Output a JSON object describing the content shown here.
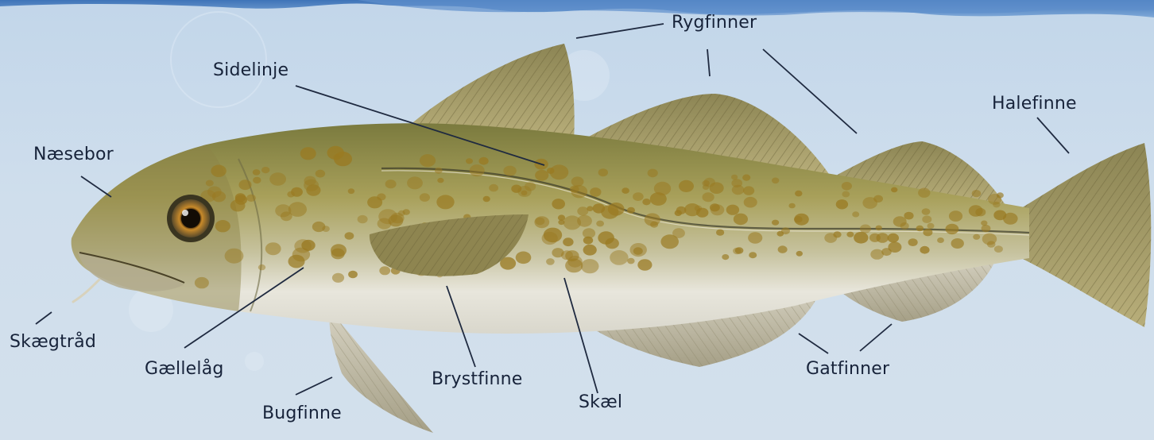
{
  "labels": {
    "rygfinner": "Rygfinner",
    "sidelinje": "Sidelinje",
    "halefinne": "Halefinne",
    "naesebor": "Næsebor",
    "skaegtraad": "Skægtråd",
    "gaellelaag": "Gællelåg",
    "bugfinne": "Bugfinne",
    "brystfinne": "Brystfinne",
    "skael": "Skæl",
    "gatfinner": "Gatfinner"
  },
  "colors": {
    "water_surface": "#4f86c6",
    "background": "#cddcea",
    "fish_body": "#a39a55",
    "fish_belly": "#e6e3d6",
    "spots": "#9a7a22",
    "leader_lines": "#1f2a40"
  }
}
